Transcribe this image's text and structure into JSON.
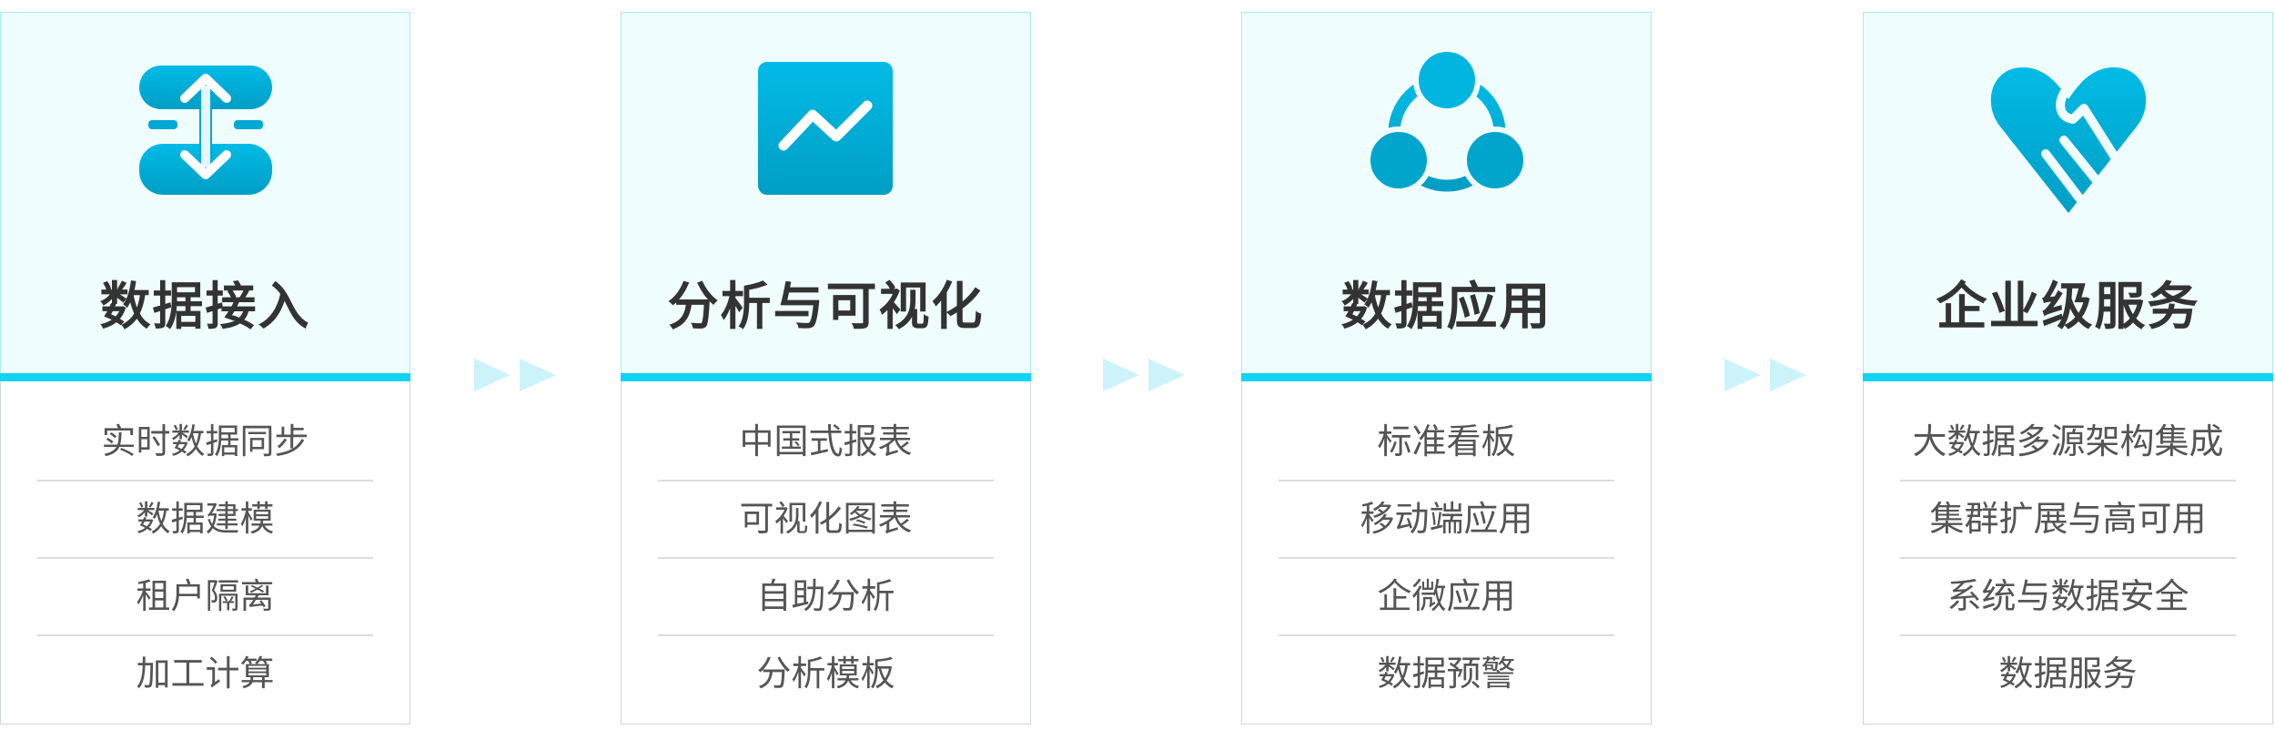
{
  "colors": {
    "accent": "#11d4f4",
    "icon_top": "#00bbe6",
    "icon_bottom": "#009ec4",
    "header_bg": "#effdfe",
    "arrow": "#cdf3fa"
  },
  "cards": [
    {
      "title": "数据接入",
      "icon": "data-sync-icon",
      "items": [
        "实时数据同步",
        "数据建模",
        "租户隔离",
        "加工计算"
      ]
    },
    {
      "title": "分析与可视化",
      "icon": "line-chart-icon",
      "items": [
        "中国式报表",
        "可视化图表",
        "自助分析",
        "分析模板"
      ]
    },
    {
      "title": "数据应用",
      "icon": "network-nodes-icon",
      "items": [
        "标准看板",
        "移动端应用",
        "企微应用",
        "数据预警"
      ]
    },
    {
      "title": "企业级服务",
      "icon": "heart-handshake-icon",
      "items": [
        "大数据多源架构集成",
        "集群扩展与高可用",
        "系统与数据安全",
        "数据服务"
      ]
    }
  ]
}
